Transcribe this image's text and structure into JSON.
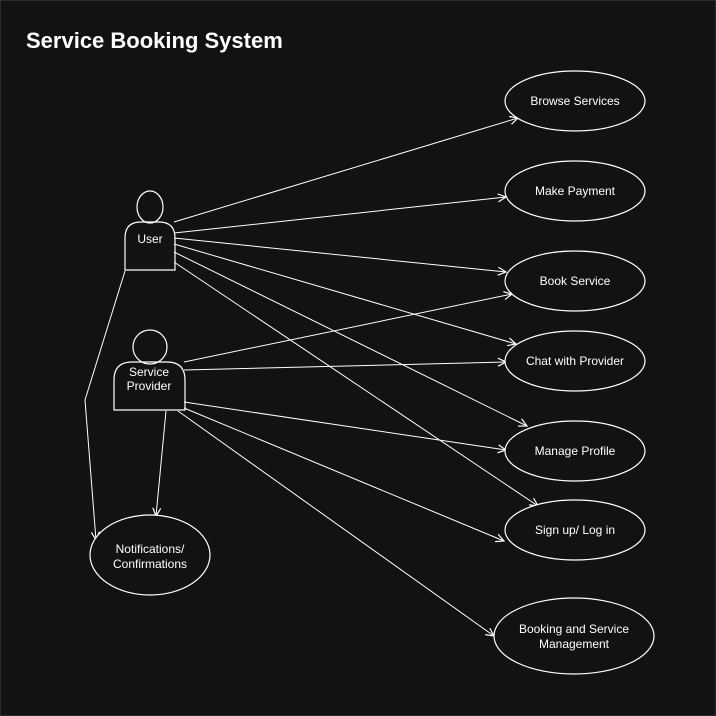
{
  "title": "Service Booking System",
  "colors": {
    "background": "#121212",
    "stroke": "#ffffff",
    "text": "#ffffff"
  },
  "actors": [
    {
      "id": "user",
      "label": "User"
    },
    {
      "id": "provider",
      "label": "Service Provider",
      "label_lines": [
        "Service",
        "Provider"
      ]
    }
  ],
  "use_cases": [
    {
      "id": "browse",
      "label": "Browse Services",
      "label_lines": [
        "Browse Services"
      ]
    },
    {
      "id": "payment",
      "label": "Make Payment",
      "label_lines": [
        "Make Payment"
      ]
    },
    {
      "id": "book",
      "label": "Book Service",
      "label_lines": [
        "Book Service"
      ]
    },
    {
      "id": "chat",
      "label": "Chat with Provider",
      "label_lines": [
        "Chat with Provider"
      ]
    },
    {
      "id": "profile",
      "label": "Manage Profile",
      "label_lines": [
        "Manage Profile"
      ]
    },
    {
      "id": "signup",
      "label": "Sign up/ Log in",
      "label_lines": [
        "Sign up/ Log in"
      ]
    },
    {
      "id": "mgmt",
      "label": "Booking and Service Management",
      "label_lines": [
        "Booking and Service",
        "Management"
      ]
    },
    {
      "id": "notif",
      "label": "Notifications/ Confirmations",
      "label_lines": [
        "Notifications/",
        "Confirmations"
      ]
    }
  ],
  "associations": [
    {
      "from": "user",
      "to": "browse"
    },
    {
      "from": "user",
      "to": "payment"
    },
    {
      "from": "user",
      "to": "book"
    },
    {
      "from": "user",
      "to": "chat"
    },
    {
      "from": "user",
      "to": "profile"
    },
    {
      "from": "user",
      "to": "signup"
    },
    {
      "from": "user",
      "to": "notif"
    },
    {
      "from": "provider",
      "to": "book"
    },
    {
      "from": "provider",
      "to": "chat"
    },
    {
      "from": "provider",
      "to": "profile"
    },
    {
      "from": "provider",
      "to": "signup"
    },
    {
      "from": "provider",
      "to": "mgmt"
    },
    {
      "from": "provider",
      "to": "notif"
    }
  ]
}
